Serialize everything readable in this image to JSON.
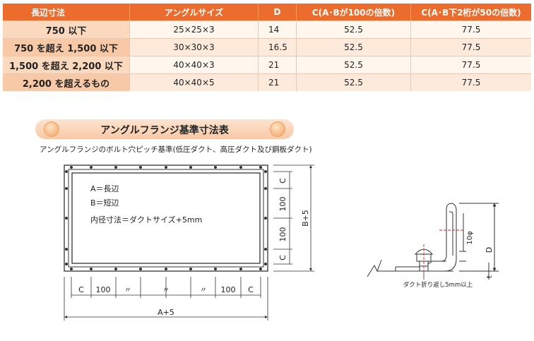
{
  "table": {
    "headers": [
      "長辺寸法",
      "アングルサイズ",
      "D",
      "C(A･Bが100の倍数)",
      "C(A･B下2桁が50の倍数)"
    ],
    "rows": [
      [
        "750 以下",
        "25×25×3",
        "14",
        "52.5",
        "77.5"
      ],
      [
        "750 を超え 1,500 以下",
        "30×30×3",
        "16.5",
        "52.5",
        "77.5"
      ],
      [
        "1,500 を超え 2,200 以下",
        "40×40×3",
        "21",
        "52.5",
        "77.5"
      ],
      [
        "2,200 を超えるもの",
        "40×40×5",
        "21",
        "52.5",
        "77.5"
      ]
    ]
  },
  "section": {
    "title": "アングルフランジ基準寸法表",
    "subtitle": "アングルフランジのボルト穴ピッチ基準(低圧ダクト、高圧ダクト及び鋼板ダクト)"
  },
  "flange_diagram": {
    "legend": [
      "A＝長辺",
      "B＝短辺",
      "内径寸法＝ダクトサイズ+5mm"
    ],
    "bottom_dims": [
      "C",
      "100",
      "〃",
      "〃",
      "〃",
      "100",
      "C"
    ],
    "bottom_total": "A+5",
    "right_dims": [
      "C",
      "100",
      "100",
      "C"
    ],
    "right_total": "B+5"
  },
  "section_diagram": {
    "hole_label": "10φ",
    "d_label": "D",
    "t_label": "t",
    "note": "ダクト折り返し5mm以上"
  },
  "colors": {
    "header_bg": "#ec6c2d",
    "row_head_bg": "#fbd9bf",
    "accent": "#f8c9a6",
    "line": "#333333",
    "hole_marker": "#d9261c"
  }
}
